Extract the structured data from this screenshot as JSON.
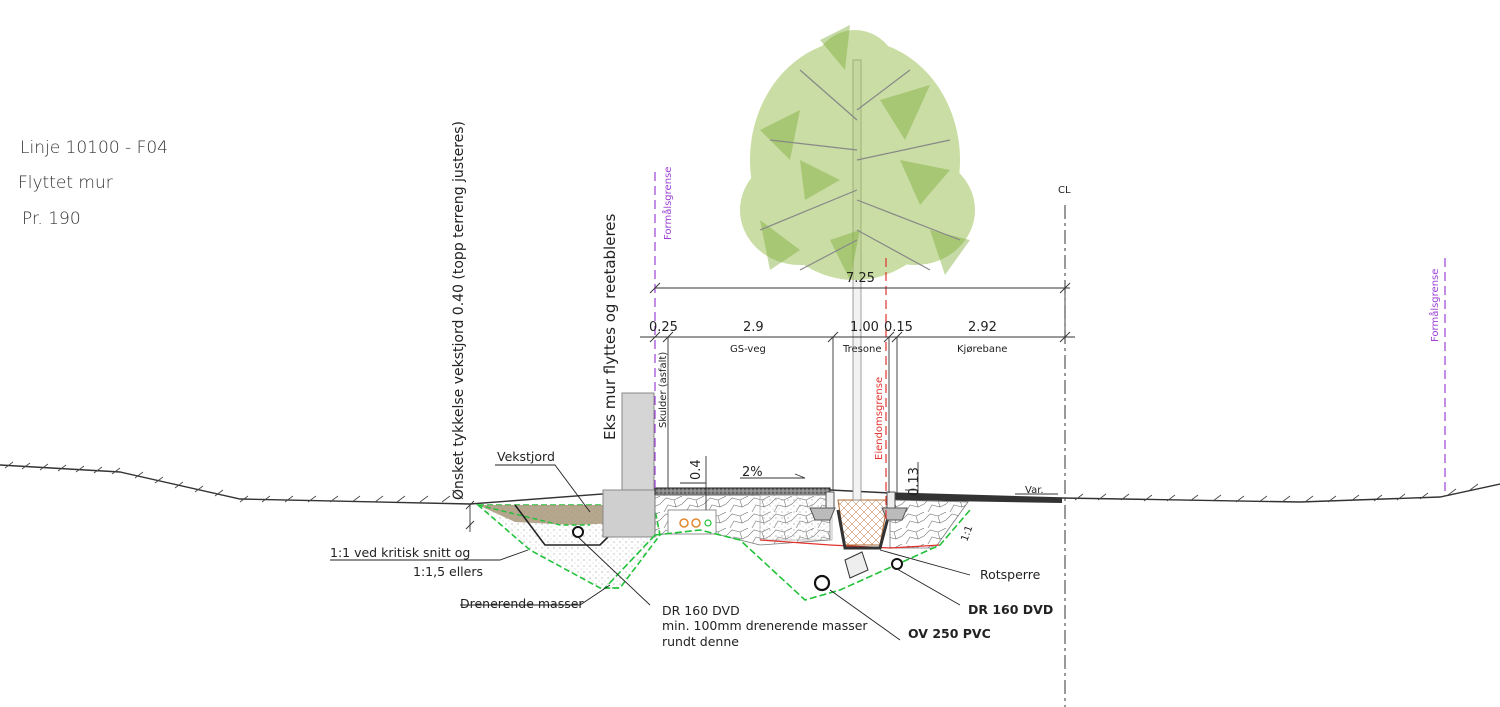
{
  "header": {
    "line1": "Linje 10100 - F04",
    "line2": "Flyttet mur",
    "line3": "Pr. 190"
  },
  "vertical_labels": {
    "growing_soil_thickness": "Ønsket tykkelse vekstjord 0.40 (topp terreng justeres)",
    "wall_note": "Eks mur flyttes og reetableres",
    "shoulder": "Skulder (asfalt)",
    "boundary_left": "Formålsgrense",
    "boundary_right": "Formålsgrense",
    "property_boundary": "Eiendomsgrense"
  },
  "dimensions": {
    "total": "7.25",
    "d1": "0.25",
    "d2": "2.9",
    "d3": "1.00",
    "d4": "0.15",
    "d5": "2.92",
    "depth_left": "0.4",
    "depth_right": "0.13",
    "slope_1_1": "1:1"
  },
  "zones": {
    "gs_veg": "GS-veg",
    "tresone": "Tresone",
    "kjorebane": "Kjørebane",
    "centerline": "CL",
    "var": "Var.",
    "grade": "2%"
  },
  "annotations": {
    "vekstjord": "Vekstjord",
    "slope_note_1": "1:1 ved kritisk snitt og",
    "slope_note_2": "1:1,5 ellers",
    "drenerende": "Drenerende masser",
    "dr_left_1": "DR 160 DVD",
    "dr_left_2": "min. 100mm drenerende masser",
    "dr_left_3": "rundt denne",
    "rotsperre": "Rotsperre",
    "dr_right": "DR 160 DVD",
    "ov_pipe": "OV 250 PVC"
  },
  "colors": {
    "boundary_purple": "#9b3fd6",
    "property_red": "#e0332f",
    "drain_green": "#22c23a",
    "foliage_green": "#9ec25a",
    "soil_brown": "#a8967a"
  }
}
